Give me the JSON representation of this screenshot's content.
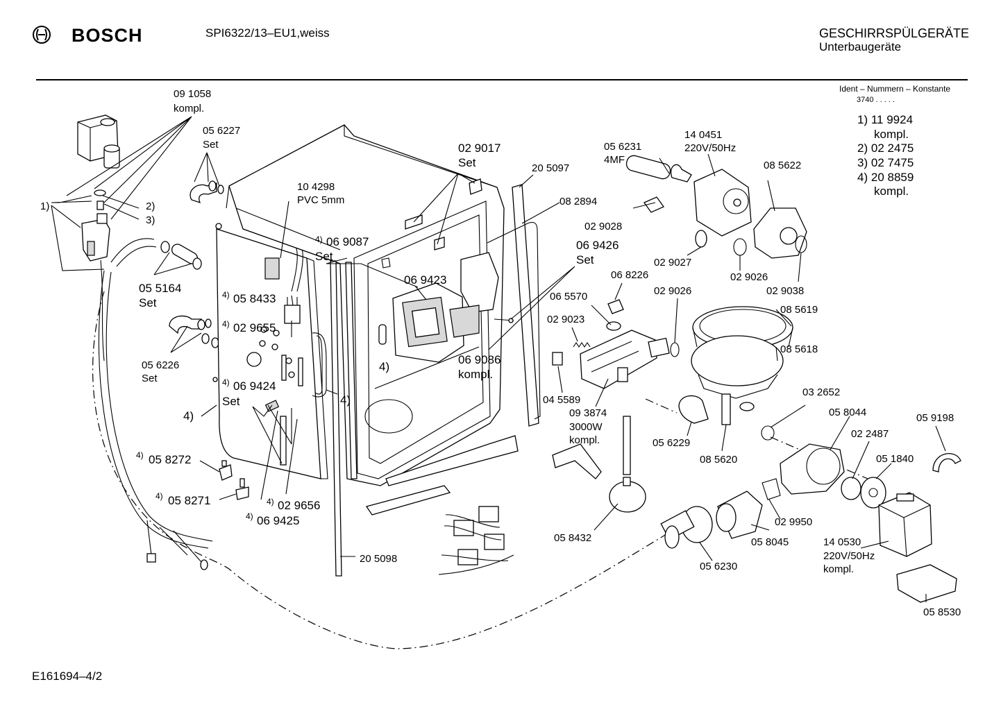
{
  "header": {
    "brand": "BOSCH",
    "model": "SPI6322/13–EU1,weiss",
    "category": "GESCHIRRSPÜLGERÄTE",
    "subcategory": "Unterbaugeräte",
    "ident_heading": "Ident – Nummern – Konstante",
    "ident_constant": "3740 . . . . ."
  },
  "key": [
    {
      "num": "1)",
      "code": "11 9924",
      "extra": "kompl."
    },
    {
      "num": "2)",
      "code": "02 2475",
      "extra": ""
    },
    {
      "num": "3)",
      "code": "02 7475",
      "extra": ""
    },
    {
      "num": "4)",
      "code": "20 8859",
      "extra": "kompl."
    }
  ],
  "footer": "E161694–4/2",
  "labels": {
    "p091058": "09 1058",
    "p091058b": "kompl.",
    "p056227": "05 6227",
    "p056227b": "Set",
    "c1": "1)",
    "c2": "2)",
    "c3": "3)",
    "p055164": "05 5164",
    "p055164b": "Set",
    "p056226": "05 6226",
    "p056226b": "Set",
    "p104298": "10 4298",
    "p104298b": "PVC 5mm",
    "s4a": "4)",
    "p069087": "06 9087",
    "p069087b": "Set",
    "s4b": "4)",
    "p058433": "05 8433",
    "s4c": "4)",
    "p029655": "02 9655",
    "s4d": "4)",
    "p069424": "06 9424",
    "p069424b": "Set",
    "c4left": "4)",
    "c4mid": "4)",
    "c4door": "4)",
    "s4e": "4)",
    "p058272": "05 8272",
    "s4f": "4)",
    "p058271": "05 8271",
    "s4g": "4)",
    "p029656": "02 9656",
    "s4h": "4)",
    "p069425": "06 9425",
    "p205098": "20 5098",
    "p029017": "02 9017",
    "p029017b": "Set",
    "p205097": "20 5097",
    "p082894": "08 2894",
    "p069423": "06 9423",
    "p069426": "06 9426",
    "p069426b": "Set",
    "p069086": "06 9086",
    "p069086b": "kompl.",
    "p056231": "05 6231",
    "p056231b": "4MF",
    "p140451": "14 0451",
    "p140451b": "220V/50Hz",
    "p085622": "08 5622",
    "p029028": "02 9028",
    "p029027": "02 9027",
    "p029026a": "02 9026",
    "p029038": "02 9038",
    "p068226": "06 8226",
    "p065570": "06 5570",
    "p029023": "02 9023",
    "p029026b": "02 9026",
    "p085619": "08 5619",
    "p085618": "08 5618",
    "p045589": "04 5589",
    "p093874": "09 3874",
    "p093874b": "3000W",
    "p093874c": "kompl.",
    "p032652": "03 2652",
    "p058044": "05 8044",
    "p059198": "05 9198",
    "p056229": "05 6229",
    "p085620": "08 5620",
    "p022487": "02 2487",
    "p051840": "05 1840",
    "p058432": "05 8432",
    "p029950": "02 9950",
    "p058045": "05 8045",
    "p140530": "14 0530",
    "p140530b": "220V/50Hz",
    "p140530c": "kompl.",
    "p056230": "05 6230",
    "p058530": "05 8530"
  }
}
